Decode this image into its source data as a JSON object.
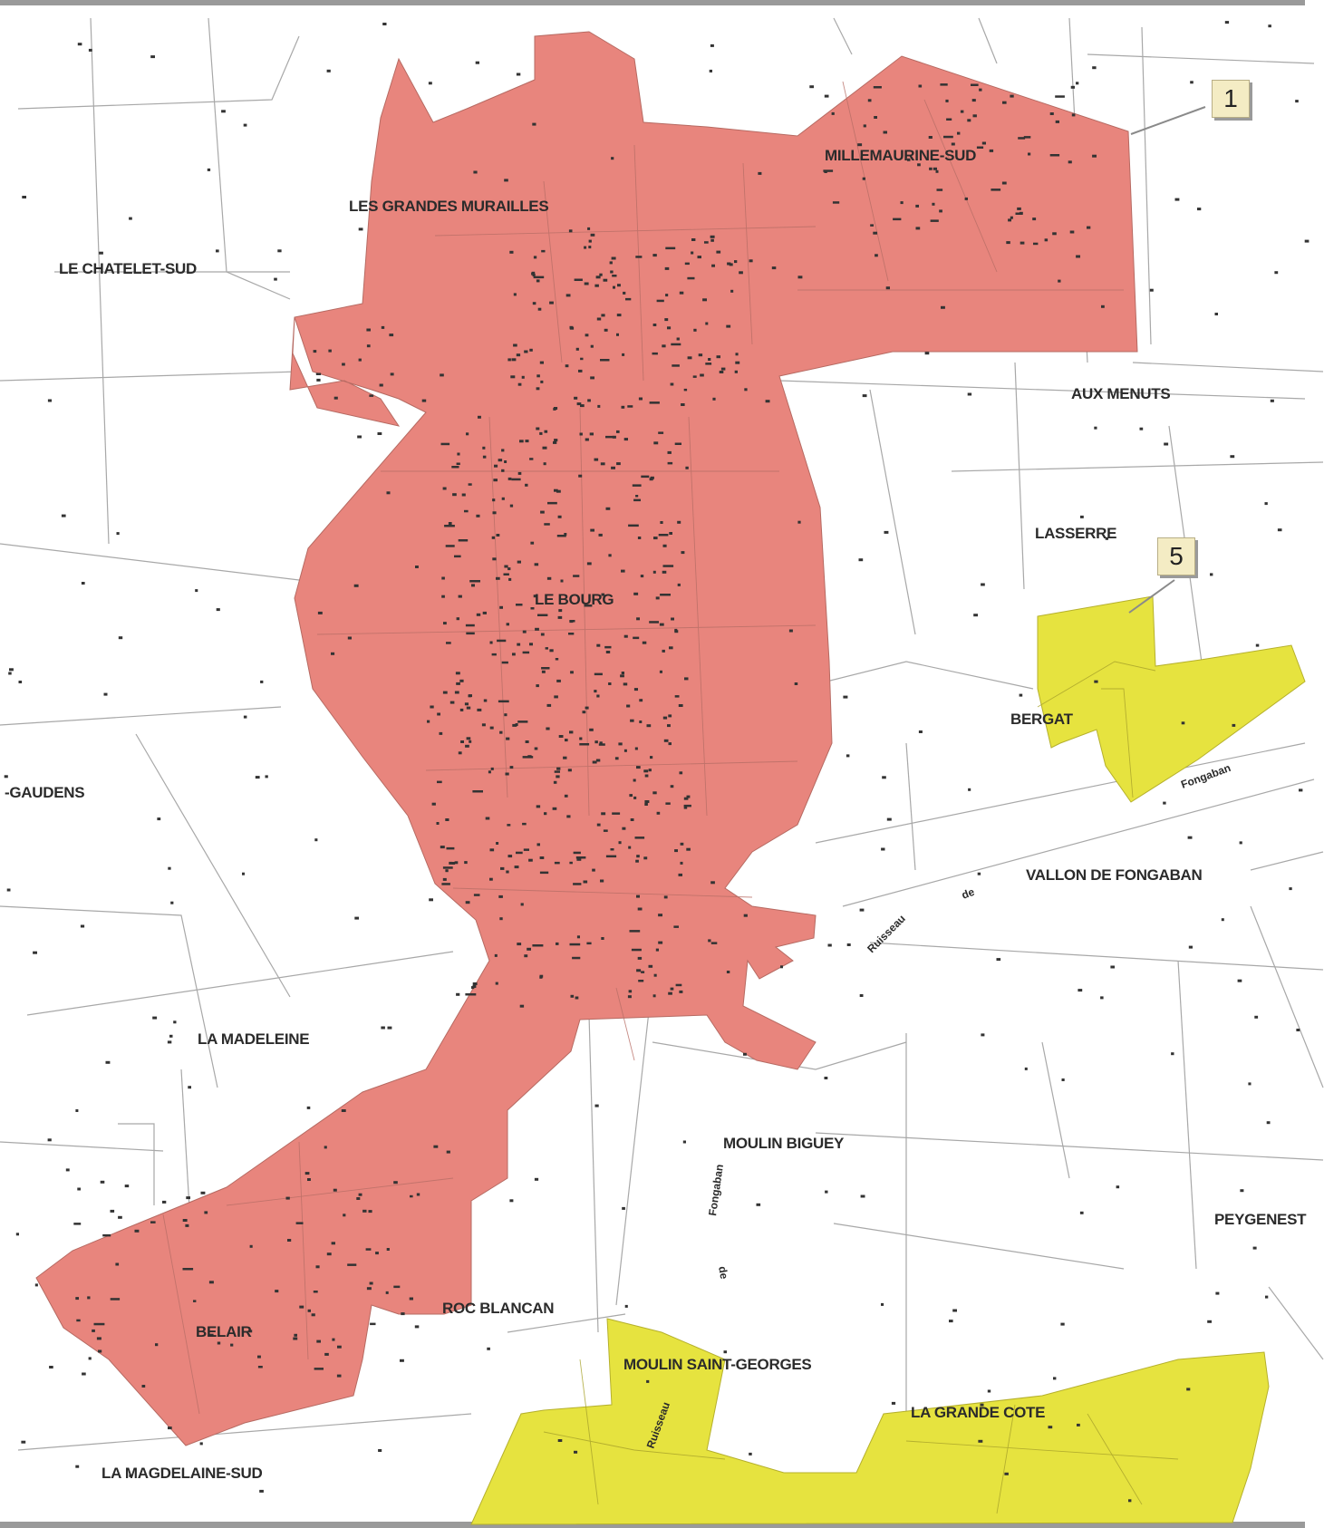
{
  "map": {
    "zones": [
      {
        "id": "zone-1",
        "callout": "1",
        "color": "#e8857d"
      },
      {
        "id": "zone-5",
        "callout": "5",
        "color": "#e6e33f"
      }
    ],
    "places": {
      "le_chatelet_sud": "LE CHATELET-SUD",
      "les_grandes_murailles": "LES GRANDES MURAILLES",
      "millemaurine_sud": "MILLEMAURINE-SUD",
      "aux_menuts": "AUX MENUTS",
      "lasserre": "LASSERRE",
      "le_bourg": "LE BOURG",
      "bergat": "BERGAT",
      "gaudens": "-GAUDENS",
      "vallon_de_fongaban": "VALLON DE FONGABAN",
      "la_madeleine": "LA MADELEINE",
      "moulin_biguey": "MOULIN BIGUEY",
      "peygenest": "PEYGENEST",
      "roc_blancan": "ROC BLANCAN",
      "belair": "BELAIR",
      "moulin_saint_georges": "MOULIN SAINT-GEORGES",
      "la_grande_cote": "LA GRANDE COTE",
      "la_magdelaine_sud": "LA MAGDELAINE-SUD"
    },
    "streams": {
      "ruisseau_1": "Ruisseau",
      "de_1": "de",
      "fongaban_1": "Fongaban",
      "ruisseau_2": "Ruisseau",
      "de_2": "de",
      "fongaban_2": "Fongaban"
    },
    "colors": {
      "red_zone": "#e8857d",
      "yellow_zone": "#e6e33f",
      "parcel_lines": "#9c9c9c",
      "buildings": "#333333"
    }
  }
}
